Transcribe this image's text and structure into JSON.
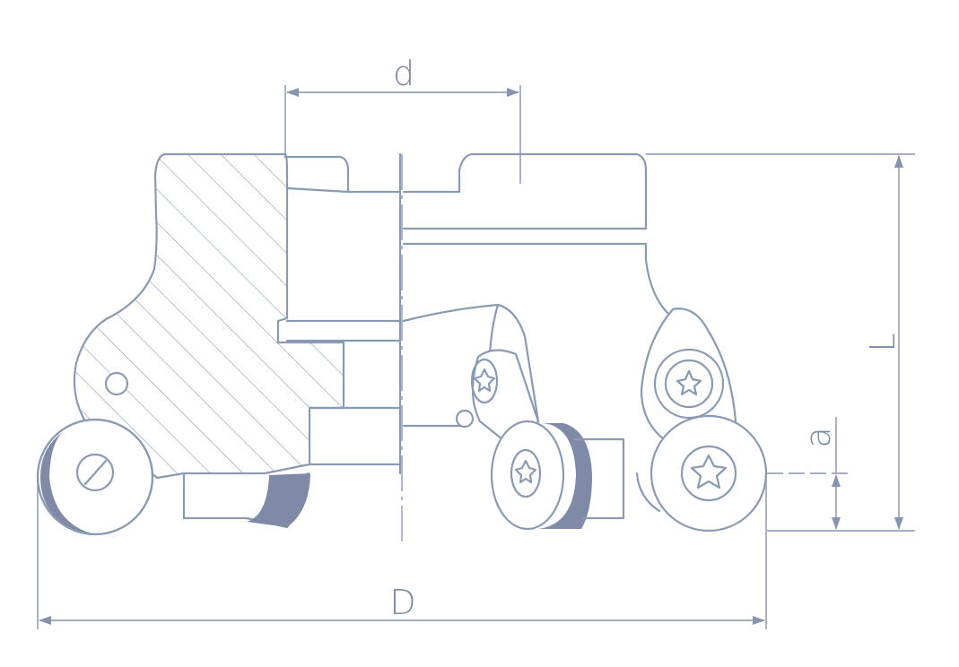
{
  "dimensions": {
    "d": "d",
    "L": "L",
    "a": "a",
    "D": "D"
  },
  "colors": {
    "line": "#8a9ab3",
    "dim_line": "#8794ad",
    "insert_fill": "#7f8ba6",
    "hatch": "#8a9ab3"
  },
  "icons": [
    "torx-screw-icon",
    "round-insert-icon",
    "pin-hole-icon"
  ]
}
